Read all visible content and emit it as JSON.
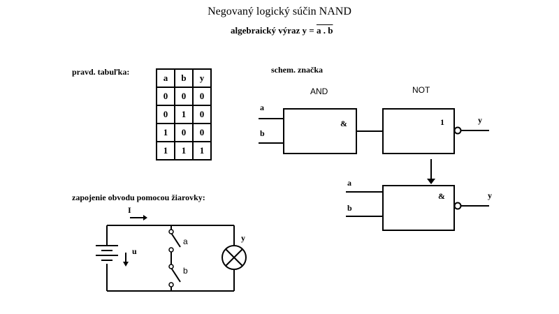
{
  "title": "Negovaný logický súčin  NAND",
  "subtitle": {
    "prefix": "algebraický výraz  y = ",
    "expression": "a . b"
  },
  "truth_table": {
    "label": "pravd. tabuľka:",
    "headers": [
      "a",
      "b",
      "y"
    ],
    "rows": [
      [
        "0",
        "0",
        "0"
      ],
      [
        "0",
        "1",
        "0"
      ],
      [
        "1",
        "0",
        "0"
      ],
      [
        "1",
        "1",
        "1"
      ]
    ]
  },
  "schematic": {
    "label": "schem. značka",
    "and_gate": {
      "caption": "AND",
      "symbol": "&"
    },
    "not_gate": {
      "caption": "NOT",
      "symbol": "1"
    },
    "nand_gate": {
      "symbol": "&"
    },
    "input_a": "a",
    "input_b": "b",
    "output": "y"
  },
  "circuit": {
    "label": "zapojenie obvodu pomocou žiarovky:",
    "current": "I",
    "voltage": "u",
    "switch_a": "a",
    "switch_b": "b",
    "lamp": "y"
  }
}
